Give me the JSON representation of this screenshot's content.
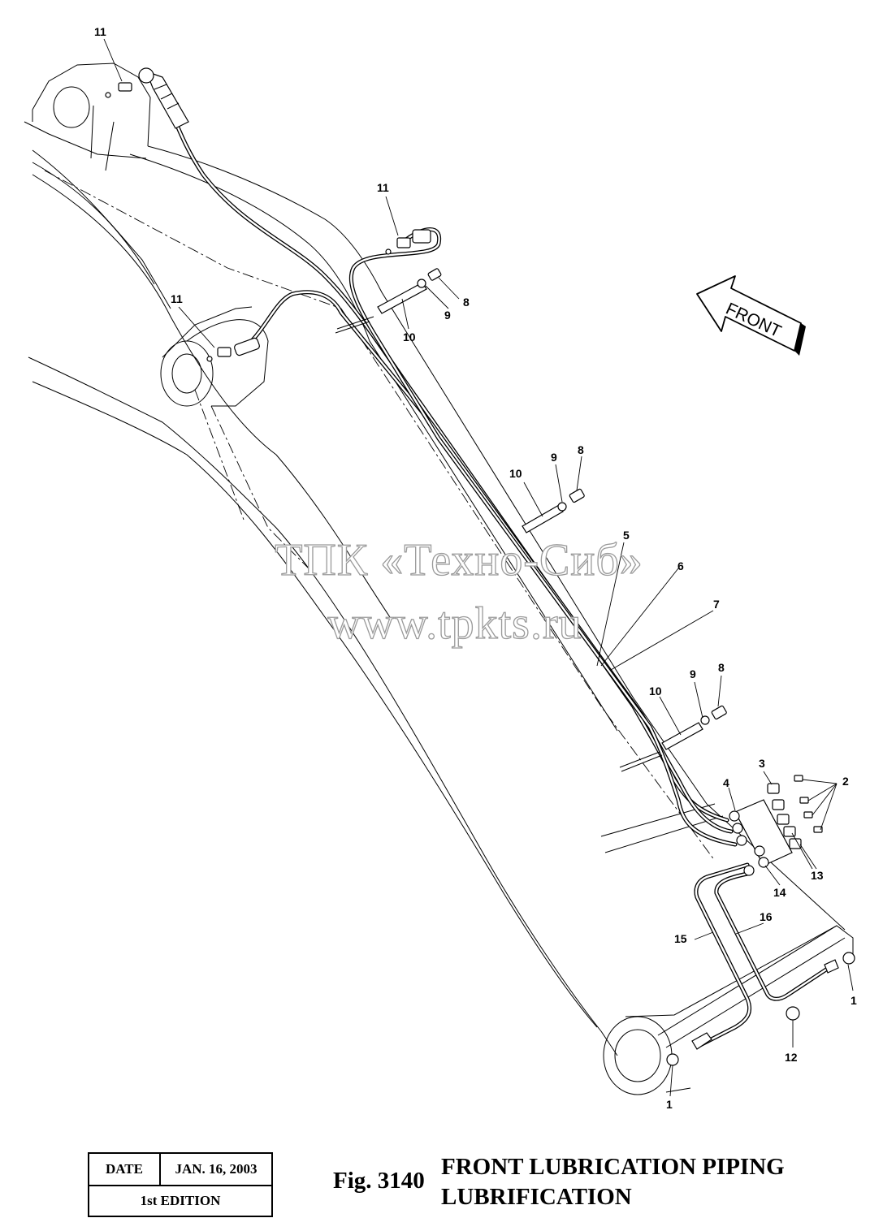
{
  "diagram": {
    "front_arrow_label": "FRONT",
    "callouts": [
      {
        "id": "c11a",
        "text": "11"
      },
      {
        "id": "c11b",
        "text": "11"
      },
      {
        "id": "c11c",
        "text": "11"
      },
      {
        "id": "c8a",
        "text": "8"
      },
      {
        "id": "c9a",
        "text": "9"
      },
      {
        "id": "c10a",
        "text": "10"
      },
      {
        "id": "c8b",
        "text": "8"
      },
      {
        "id": "c9b",
        "text": "9"
      },
      {
        "id": "c10b",
        "text": "10"
      },
      {
        "id": "c5",
        "text": "5"
      },
      {
        "id": "c6",
        "text": "6"
      },
      {
        "id": "c7",
        "text": "7"
      },
      {
        "id": "c8c",
        "text": "8"
      },
      {
        "id": "c9c",
        "text": "9"
      },
      {
        "id": "c10c",
        "text": "10"
      },
      {
        "id": "c3",
        "text": "3"
      },
      {
        "id": "c2",
        "text": "2"
      },
      {
        "id": "c4",
        "text": "4"
      },
      {
        "id": "c13",
        "text": "13"
      },
      {
        "id": "c14",
        "text": "14"
      },
      {
        "id": "c16",
        "text": "16"
      },
      {
        "id": "c15",
        "text": "15"
      },
      {
        "id": "c1a",
        "text": "1"
      },
      {
        "id": "c12",
        "text": "12"
      },
      {
        "id": "c1b",
        "text": "1"
      }
    ]
  },
  "watermark": {
    "line1": "ТПК «Техно-Сиб»",
    "line2": "www.tpkts.ru"
  },
  "title_block": {
    "date_label": "DATE",
    "date_value": "JAN. 16, 2003",
    "edition": "1st EDITION"
  },
  "figure": {
    "number": "Fig. 3140",
    "title_line1": "FRONT LUBRICATION PIPING",
    "title_line2": "LUBRIFICATION"
  }
}
